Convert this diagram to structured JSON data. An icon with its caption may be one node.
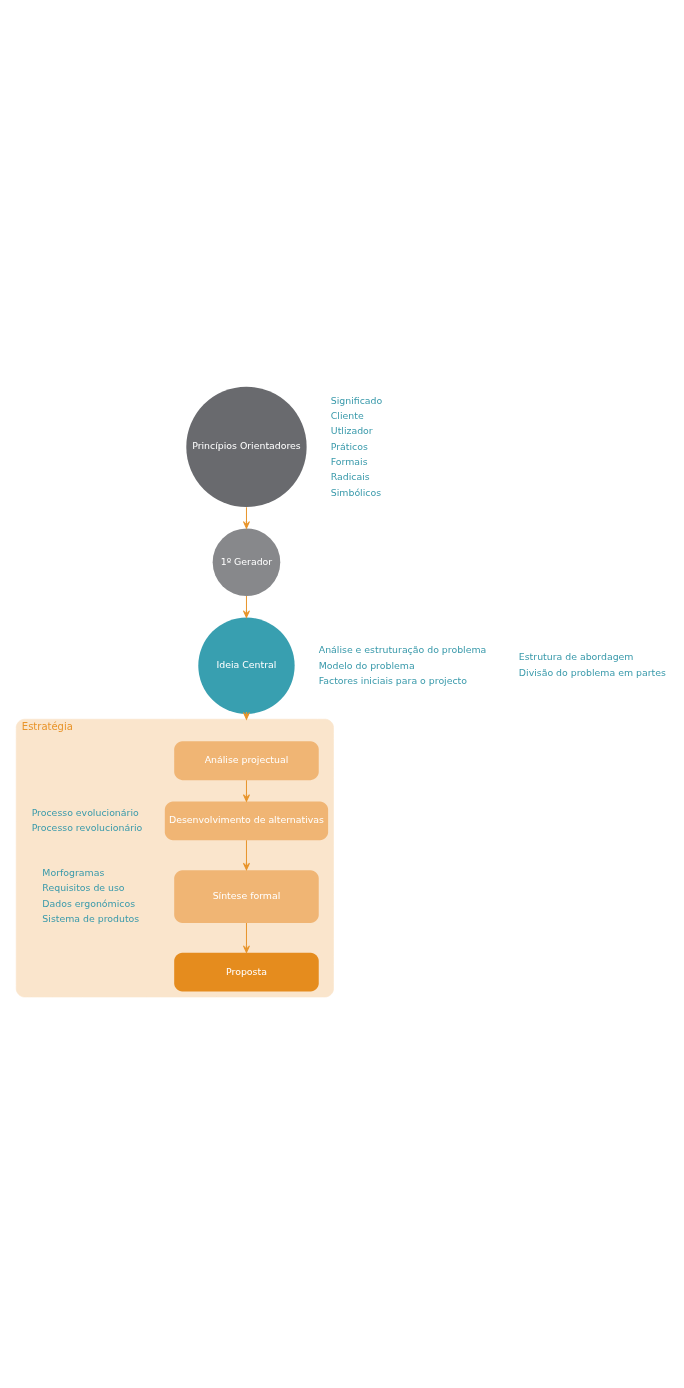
{
  "diagram": {
    "nodes": [
      {
        "text": [
          "Princípios Orientadores"
        ]
      },
      {
        "text": [
          "1º Gerador"
        ]
      },
      {
        "text": [
          "Ideia Central"
        ]
      },
      {
        "text": [
          "Estratégia"
        ]
      },
      {
        "text": [
          "Análise projectual"
        ],
        "in": 3
      },
      {
        "text": [
          "Desenvolvimento de alternativas"
        ],
        "in": 3
      },
      {
        "text": [
          "Síntese formal"
        ],
        "in": 3
      },
      {
        "text": [
          "Proposta"
        ],
        "in": 3
      }
    ],
    "edges": [
      {
        "from": 0,
        "to": 1,
        "arrow": "to"
      },
      {
        "from": 1,
        "to": 2,
        "arrow": "to"
      },
      {
        "from": 2,
        "to": 3,
        "arrow": "to"
      },
      {
        "from": 4,
        "to": 5,
        "arrow": "to"
      },
      {
        "from": 5,
        "to": 6,
        "arrow": "to"
      },
      {
        "from": 6,
        "to": 7,
        "arrow": "to"
      }
    ],
    "labels": [
      "Significado",
      "Cliente",
      "Utlizador",
      "Práticos",
      "Formais",
      "Radicais",
      "Simbólicos",
      "Análise e estruturação do problema",
      "Modelo do problema",
      "Estrutura de abordagem",
      "Divisão do problema em partes",
      "Factores iniciais para o projecto",
      "Processo evolucionário",
      "Processo revolucionário",
      "Morfogramas",
      "Requisitos de uso",
      "Dados ergonómicos",
      "Sistema de produtos"
    ]
  }
}
